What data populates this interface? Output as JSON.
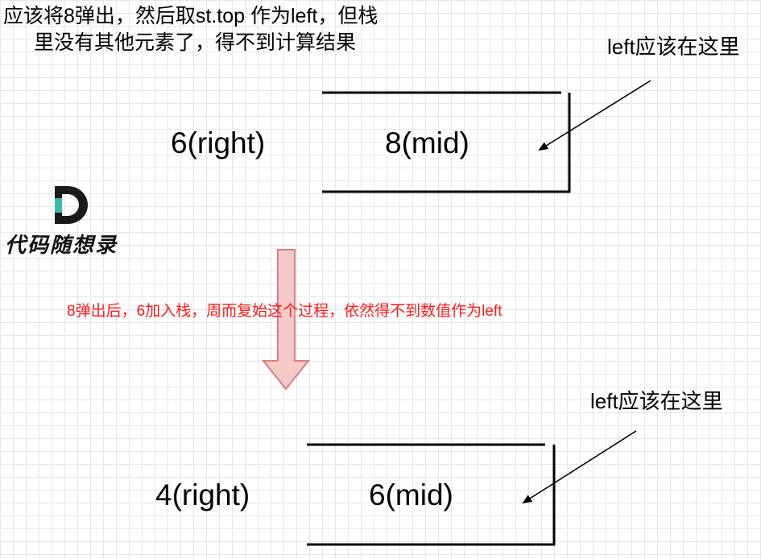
{
  "top_note": {
    "line1": "应该将8弹出，然后取st.top 作为left，但栈",
    "line2": "里没有其他元素了，得不到计算结果"
  },
  "upper_stack": {
    "pointer_label": "left应该在这里",
    "right_label": "6(right)",
    "mid_label": "8(mid)"
  },
  "logo": {
    "letter": "D",
    "text": "代码随想录",
    "colors": {
      "dark": "#1a1a1a",
      "teal": "#3bb8b0"
    }
  },
  "transition": {
    "note": "8弹出后，6加入栈，周而复始这个过程，依然得不到数值作为left",
    "arrow_fill": "#f6c9c9",
    "arrow_stroke": "#d98080",
    "note_color": "#ff1a1a"
  },
  "lower_stack": {
    "pointer_label": "left应该在这里",
    "right_label": "4(right)",
    "mid_label": "6(mid)"
  }
}
